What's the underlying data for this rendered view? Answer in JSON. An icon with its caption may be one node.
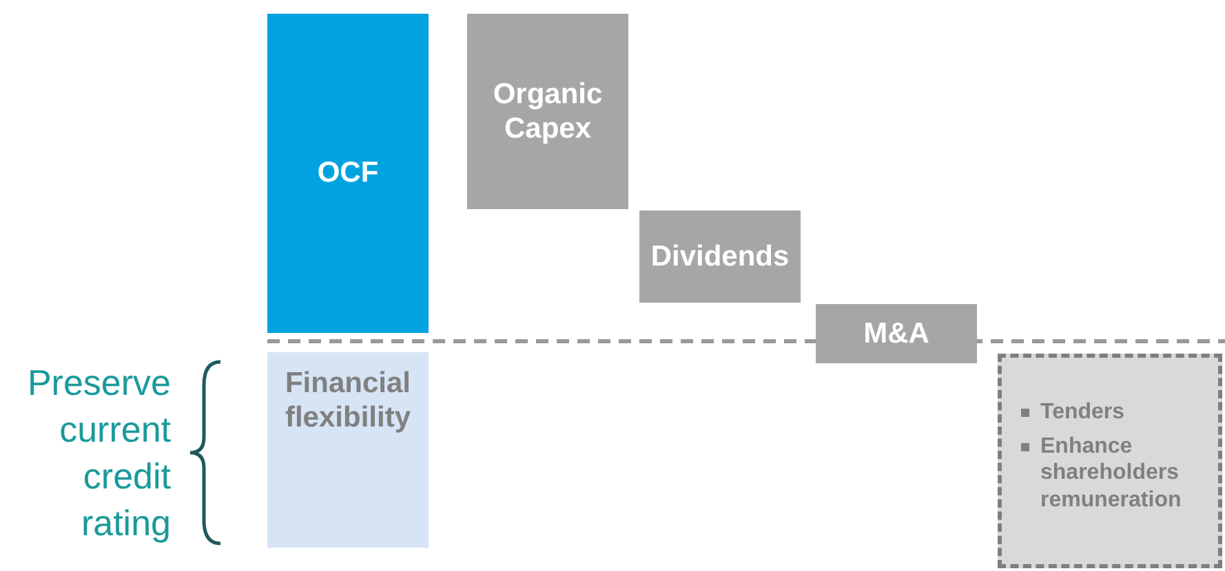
{
  "diagram": {
    "nodes": [
      {
        "text": [
          "OCF"
        ]
      },
      {
        "text": [
          "Organic Capex"
        ]
      },
      {
        "text": [
          "Dividends"
        ]
      },
      {
        "text": [
          "M&A"
        ]
      },
      {
        "text": [
          "Financial flexibility"
        ]
      },
      {
        "text": [
          "Tenders",
          "Enhance shareholders remuneration"
        ]
      }
    ],
    "edges": [],
    "labels": [
      "Preserve current credit rating"
    ]
  }
}
